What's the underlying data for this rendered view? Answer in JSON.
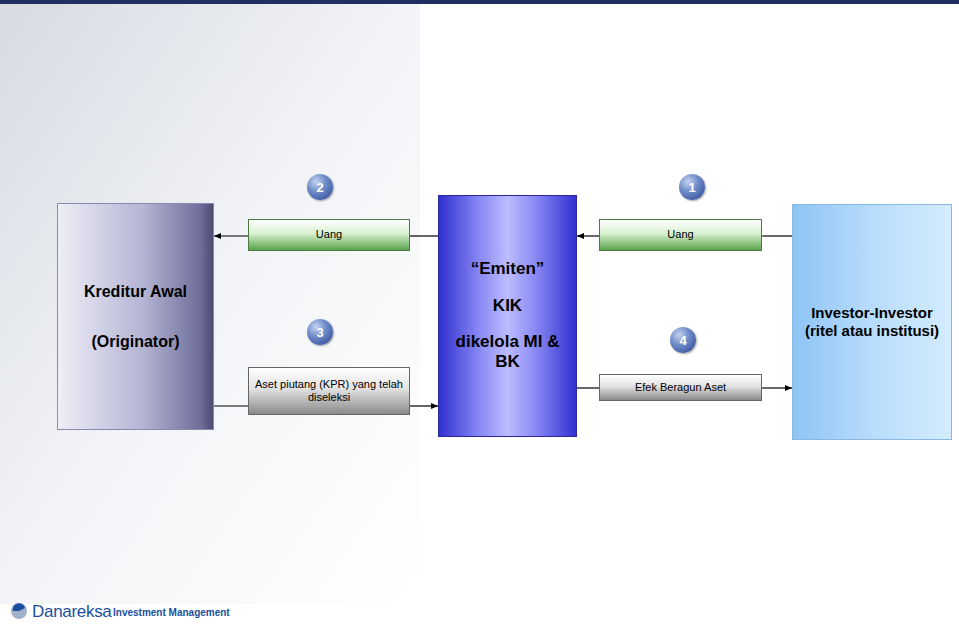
{
  "diagram": {
    "nodes": [
      {
        "text": [
          "Kreditur Awal",
          "(Originator)"
        ]
      },
      {
        "text": [
          "Uang"
        ]
      },
      {
        "text": [
          "“Emiten”",
          "KIK",
          "dikelola MI & BK"
        ]
      },
      {
        "text": [
          "Uang"
        ]
      },
      {
        "text": [
          "Investor-Investor (ritel atau institusi)"
        ]
      },
      {
        "text": [
          "Aset piutang (KPR) yang telah diseleksi"
        ]
      },
      {
        "text": [
          "Efek Beragun Aset"
        ]
      }
    ],
    "edges": [
      {
        "from": 4,
        "to": 3,
        "arrow": "none"
      },
      {
        "from": 3,
        "to": 2,
        "arrow": "to"
      },
      {
        "from": 2,
        "to": 1,
        "arrow": "none"
      },
      {
        "from": 1,
        "to": 0,
        "arrow": "to"
      },
      {
        "from": 0,
        "to": 5,
        "arrow": "none"
      },
      {
        "from": 5,
        "to": 2,
        "arrow": "to"
      },
      {
        "from": 2,
        "to": 6,
        "arrow": "none"
      },
      {
        "from": 6,
        "to": 4,
        "arrow": "to"
      }
    ],
    "labels": [
      "2",
      "1",
      "3",
      "4",
      "Danareksa",
      "Investment Management"
    ]
  }
}
